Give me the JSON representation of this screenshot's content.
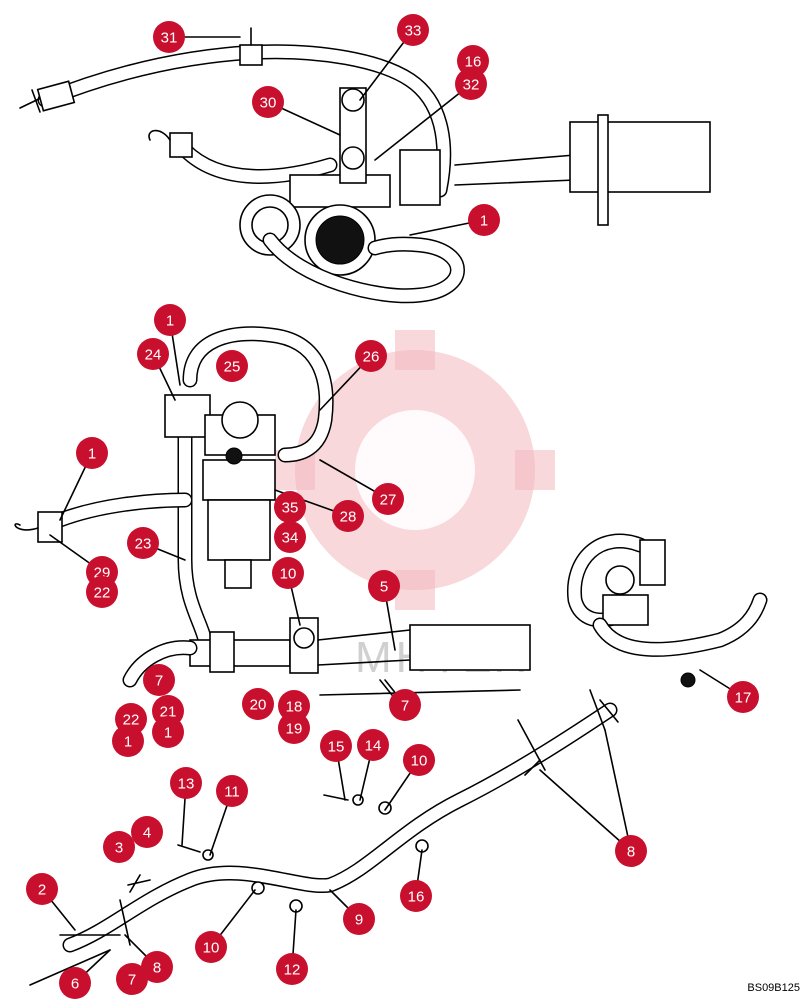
{
  "figure": {
    "code": "BS09B125",
    "watermark": "MHTEX"
  },
  "callouts": [
    {
      "id": "c1",
      "label": "31"
    },
    {
      "id": "c2",
      "label": "33"
    },
    {
      "id": "c3",
      "label": "16"
    },
    {
      "id": "c4",
      "label": "32"
    },
    {
      "id": "c5",
      "label": "30"
    },
    {
      "id": "c6",
      "label": "1"
    },
    {
      "id": "c7",
      "label": "1"
    },
    {
      "id": "c8",
      "label": "24"
    },
    {
      "id": "c9",
      "label": "25"
    },
    {
      "id": "c10",
      "label": "26"
    },
    {
      "id": "c11",
      "label": "1"
    },
    {
      "id": "c12",
      "label": "27"
    },
    {
      "id": "c13",
      "label": "28"
    },
    {
      "id": "c14",
      "label": "35"
    },
    {
      "id": "c15",
      "label": "34"
    },
    {
      "id": "c16",
      "label": "23"
    },
    {
      "id": "c17",
      "label": "29"
    },
    {
      "id": "c18",
      "label": "22"
    },
    {
      "id": "c19",
      "label": "10"
    },
    {
      "id": "c20",
      "label": "5"
    },
    {
      "id": "c21",
      "label": "7"
    },
    {
      "id": "c22",
      "label": "22"
    },
    {
      "id": "c23",
      "label": "21"
    },
    {
      "id": "c24",
      "label": "1"
    },
    {
      "id": "c25",
      "label": "1"
    },
    {
      "id": "c26",
      "label": "20"
    },
    {
      "id": "c27",
      "label": "18"
    },
    {
      "id": "c28",
      "label": "19"
    },
    {
      "id": "c29",
      "label": "7"
    },
    {
      "id": "c30",
      "label": "17"
    },
    {
      "id": "c31",
      "label": "15"
    },
    {
      "id": "c32",
      "label": "14"
    },
    {
      "id": "c33",
      "label": "10"
    },
    {
      "id": "c34",
      "label": "13"
    },
    {
      "id": "c35",
      "label": "11"
    },
    {
      "id": "c36",
      "label": "4"
    },
    {
      "id": "c37",
      "label": "3"
    },
    {
      "id": "c38",
      "label": "8"
    },
    {
      "id": "c39",
      "label": "2"
    },
    {
      "id": "c40",
      "label": "16"
    },
    {
      "id": "c41",
      "label": "9"
    },
    {
      "id": "c42",
      "label": "10"
    },
    {
      "id": "c43",
      "label": "12"
    },
    {
      "id": "c44",
      "label": "6"
    },
    {
      "id": "c45",
      "label": "7"
    },
    {
      "id": "c46",
      "label": "8"
    }
  ]
}
